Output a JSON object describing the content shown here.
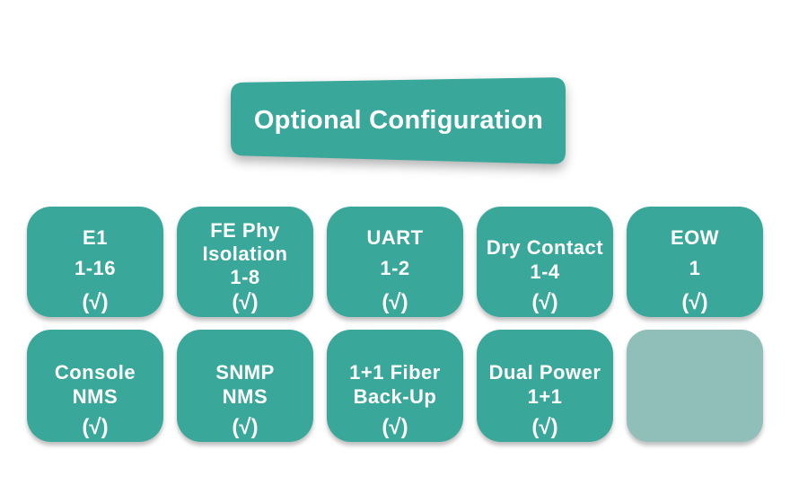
{
  "title_banner": {
    "label": "Optional Configuration"
  },
  "colors": {
    "teal": "#3AA79B",
    "light_teal": "#90BEB8",
    "text": "#FFFFFF"
  },
  "grid": {
    "boxes": [
      {
        "lines": [
          "E1",
          "1-16"
        ],
        "check": "(√)"
      },
      {
        "lines": [
          "FE Phy",
          "Isolation",
          "1-8"
        ],
        "check": "(√)"
      },
      {
        "lines": [
          "UART",
          "1-2"
        ],
        "check": "(√)"
      },
      {
        "lines": [
          "Dry Contact",
          "1-4"
        ],
        "check": "(√)"
      },
      {
        "lines": [
          "EOW",
          "1"
        ],
        "check": "(√)"
      },
      {
        "lines": [
          "Console",
          "NMS"
        ],
        "check": "(√)"
      },
      {
        "lines": [
          "SNMP",
          "NMS"
        ],
        "check": "(√)"
      },
      {
        "lines": [
          "1+1 Fiber",
          "Back-Up"
        ],
        "check": "(√)"
      },
      {
        "lines": [
          "Dual Power",
          "1+1"
        ],
        "check": "(√)"
      },
      {
        "empty": true
      }
    ]
  }
}
